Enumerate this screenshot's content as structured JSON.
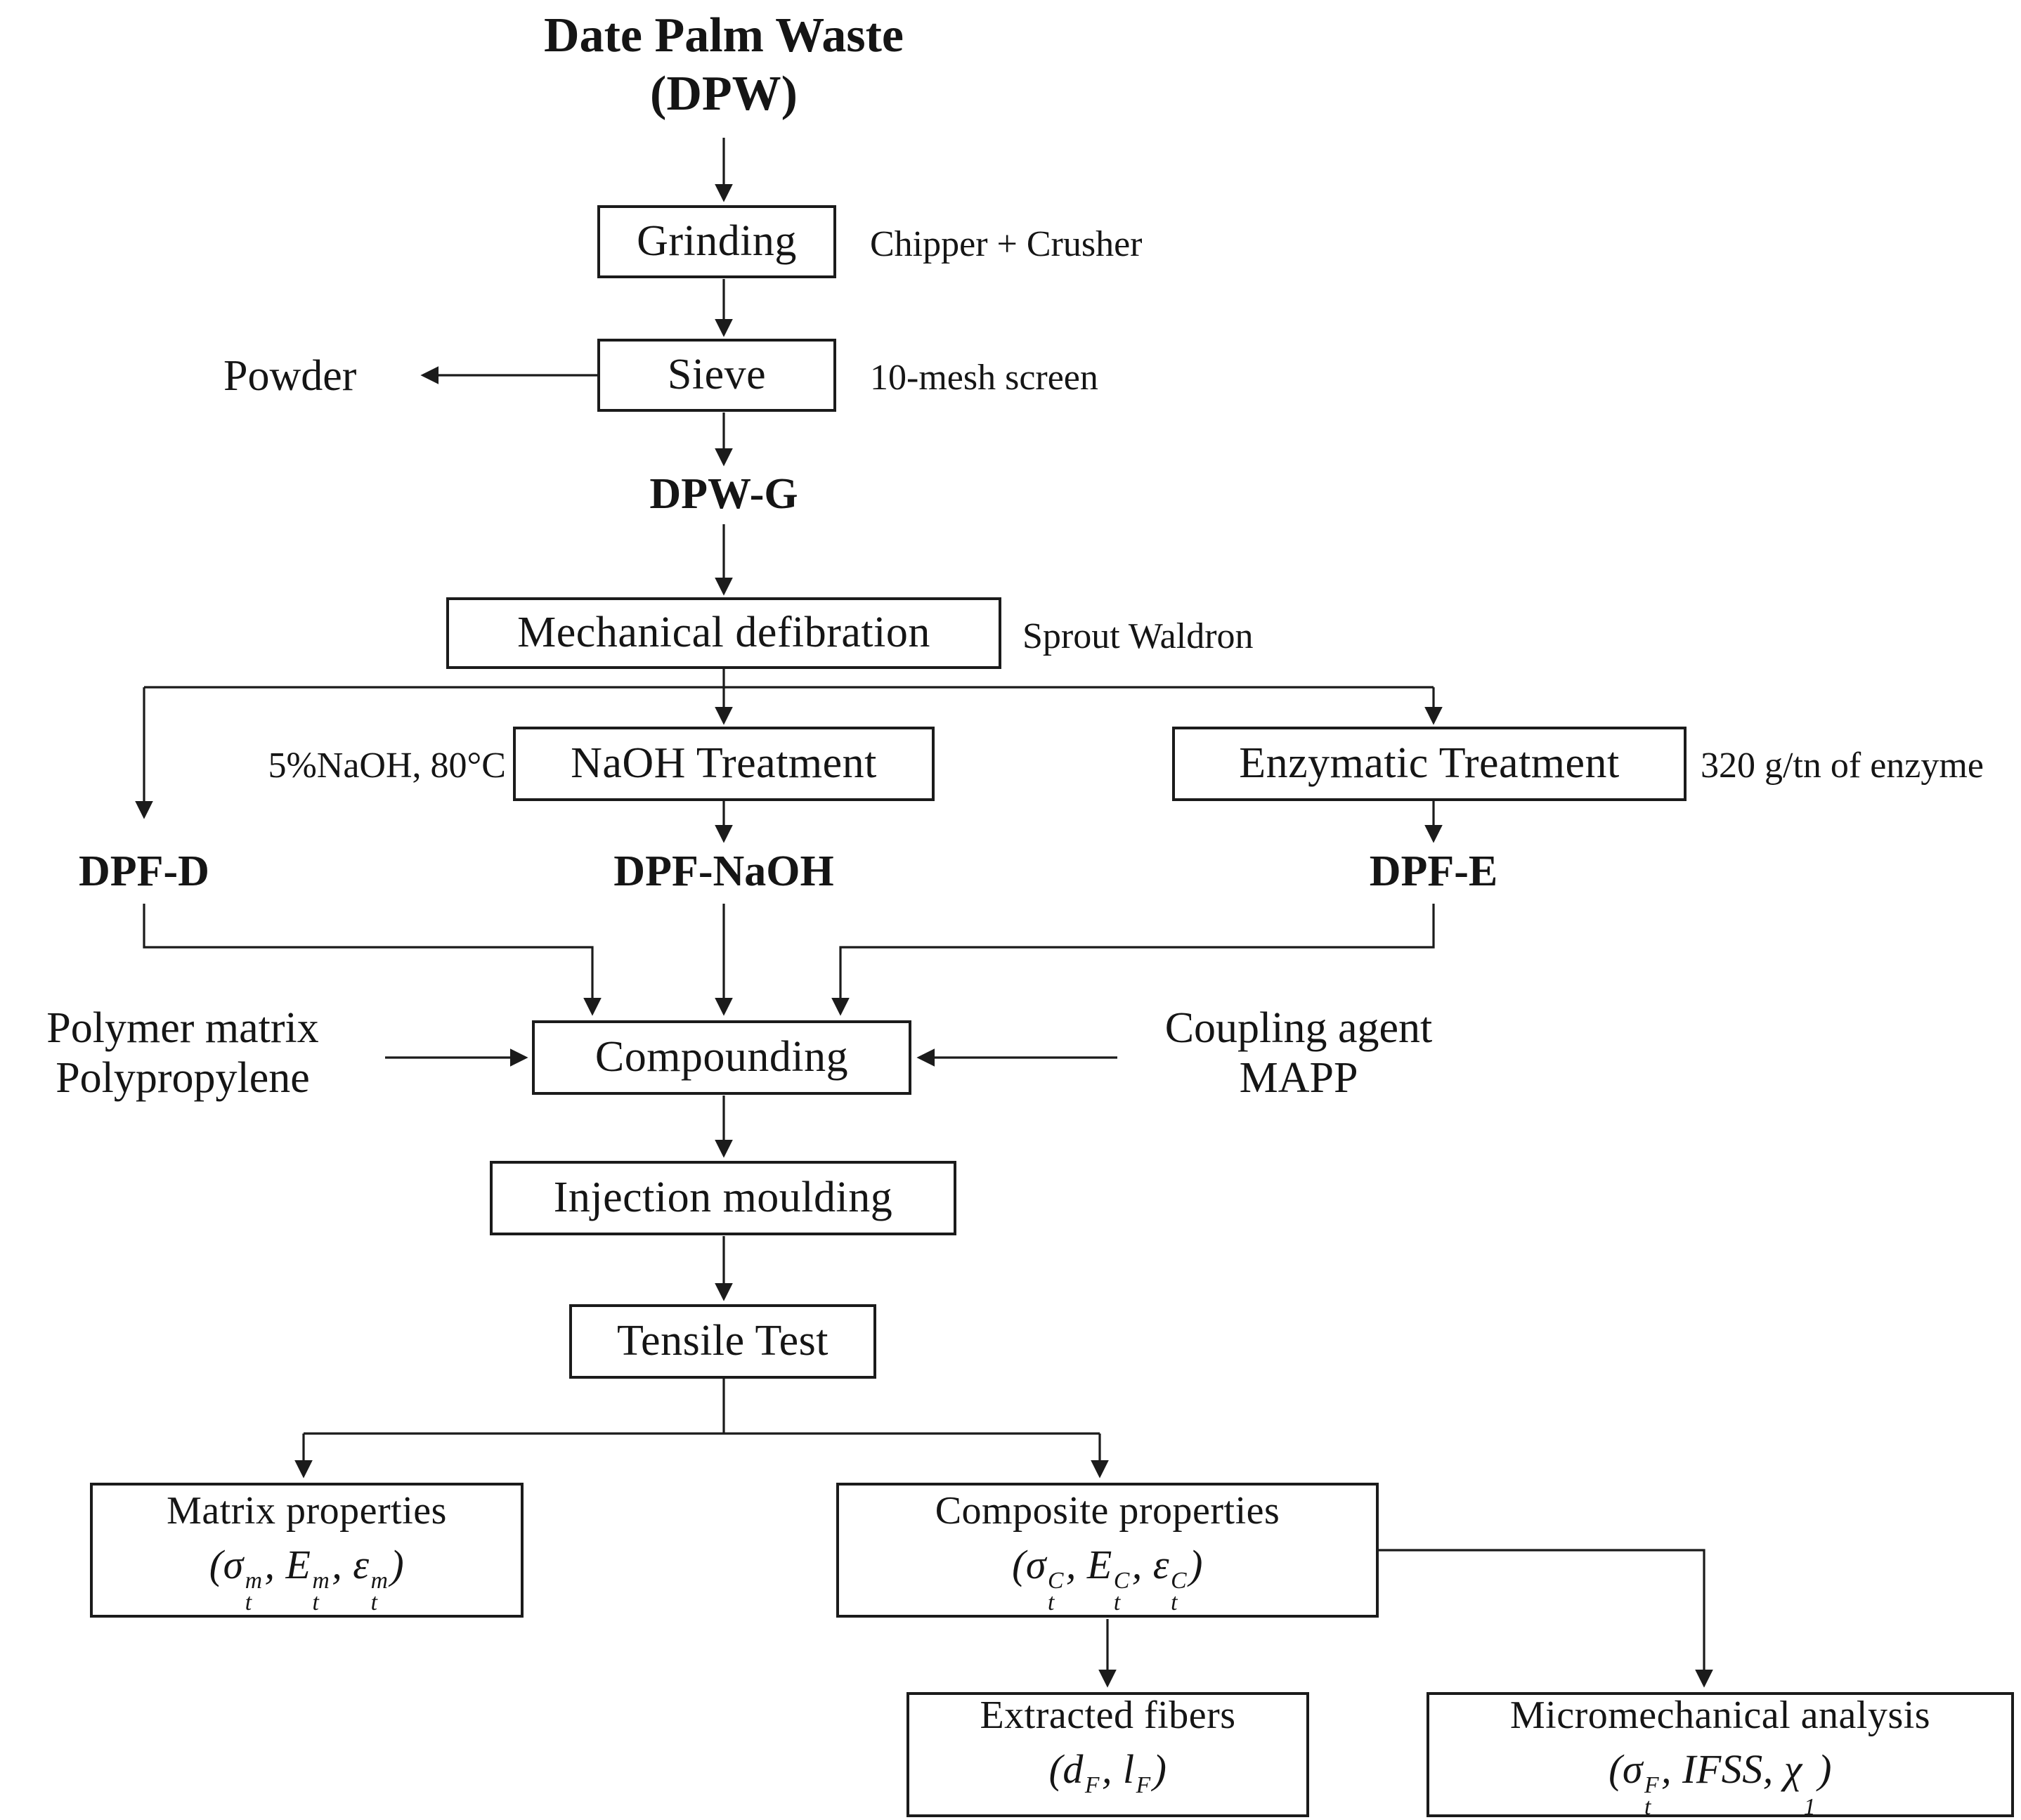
{
  "diagram": {
    "title": {
      "line1": "Date Palm Waste",
      "line2": "(DPW)"
    },
    "nodes": {
      "grinding": {
        "label": "Grinding",
        "annotation": "Chipper + Crusher"
      },
      "sieve": {
        "label": "Sieve",
        "annotation": "10-mesh screen"
      },
      "powder": {
        "label": "Powder"
      },
      "dpw_g": {
        "label": "DPW-G"
      },
      "defibration": {
        "label": "Mechanical defibration",
        "annotation": "Sprout Waldron"
      },
      "naoh": {
        "label": "NaOH Treatment",
        "annotation": "5%NaOH, 80°C"
      },
      "enzymatic": {
        "label": "Enzymatic Treatment",
        "annotation": "320 g/tn of enzyme"
      },
      "dpf_d": {
        "label": "DPF-D"
      },
      "dpf_naoh": {
        "label": "DPF-NaOH"
      },
      "dpf_e": {
        "label": "DPF-E"
      },
      "polymer": {
        "line1": "Polymer matrix",
        "line2": "Polypropylene"
      },
      "coupling": {
        "line1": "Coupling agent",
        "line2": "MAPP"
      },
      "compounding": {
        "label": "Compounding"
      },
      "injection": {
        "label": "Injection moulding"
      },
      "tensile": {
        "label": "Tensile Test"
      },
      "matrix_props": {
        "label": "Matrix properties",
        "math": "(σ[t|m], E[t|m], ε[t|m])"
      },
      "composite_props": {
        "label": "Composite properties",
        "math": "(σ[t|C], E[t|C], ε[t|C])"
      },
      "extracted": {
        "label": "Extracted fibers",
        "math": "(d[|F], l[|F])"
      },
      "micromech": {
        "label": "Micromechanical analysis",
        "math": "(σ[t|F], IFSS, χ[1|])"
      }
    },
    "line_color": "#1b1b1b",
    "background": "#ffffff"
  }
}
